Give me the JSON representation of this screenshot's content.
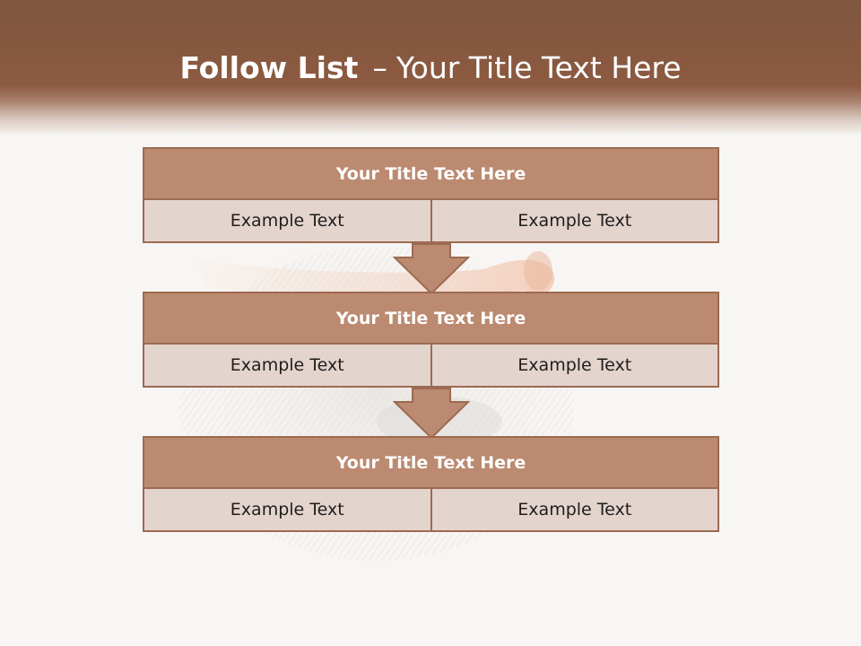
{
  "title": {
    "bold": "Follow List",
    "separator": "–",
    "rest": "Your Title Text Here"
  },
  "steps": [
    {
      "title": "Your Title Text Here",
      "left": "Example Text",
      "right": "Example Text"
    },
    {
      "title": "Your Title Text Here",
      "left": "Example Text",
      "right": "Example Text"
    },
    {
      "title": "Your Title Text Here",
      "left": "Example Text",
      "right": "Example Text"
    }
  ],
  "colors": {
    "header": "#8c5a40",
    "panel_title": "#bb8a70",
    "panel_cell": "#e4d4ce",
    "border": "#9c6a52",
    "arrow": "#bb8a70"
  }
}
